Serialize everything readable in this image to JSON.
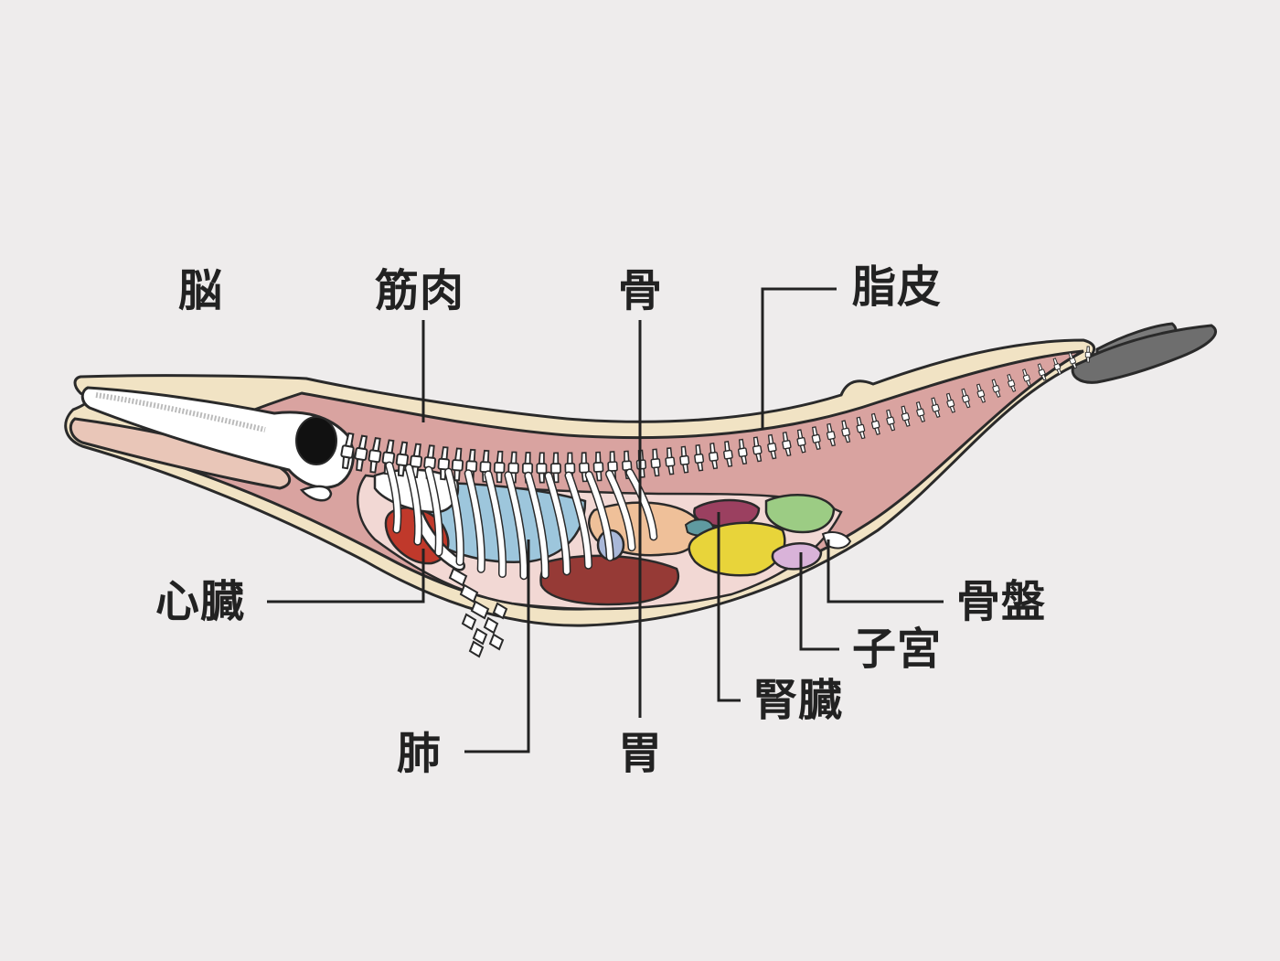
{
  "labels": {
    "brain": "脳",
    "muscle": "筋肉",
    "bone": "骨",
    "blubber": "脂皮",
    "heart": "心臓",
    "pelvis": "骨盤",
    "uterus": "子宮",
    "kidney": "腎臓",
    "lung": "肺",
    "stomach": "胃"
  },
  "colors": {
    "background": "#eeecec",
    "outline": "#2a2a2a",
    "blubber": "#f1e3c4",
    "muscle": "#d9a3a0",
    "cavity": "#f2d8d4",
    "bone": "#ffffff",
    "lung": "#9dc6dc",
    "liver": "#963a36",
    "heart": "#c0392b",
    "stomach": "#efc099",
    "stomach_pouch": "#a9b8d9",
    "kidney": "#e8d43a",
    "spleen": "#9b4060",
    "intestine_green": "#9ccc84",
    "uterus": "#d9b3d9",
    "tail_fluke": "#6e6e6e",
    "leader_line": "#222222"
  }
}
